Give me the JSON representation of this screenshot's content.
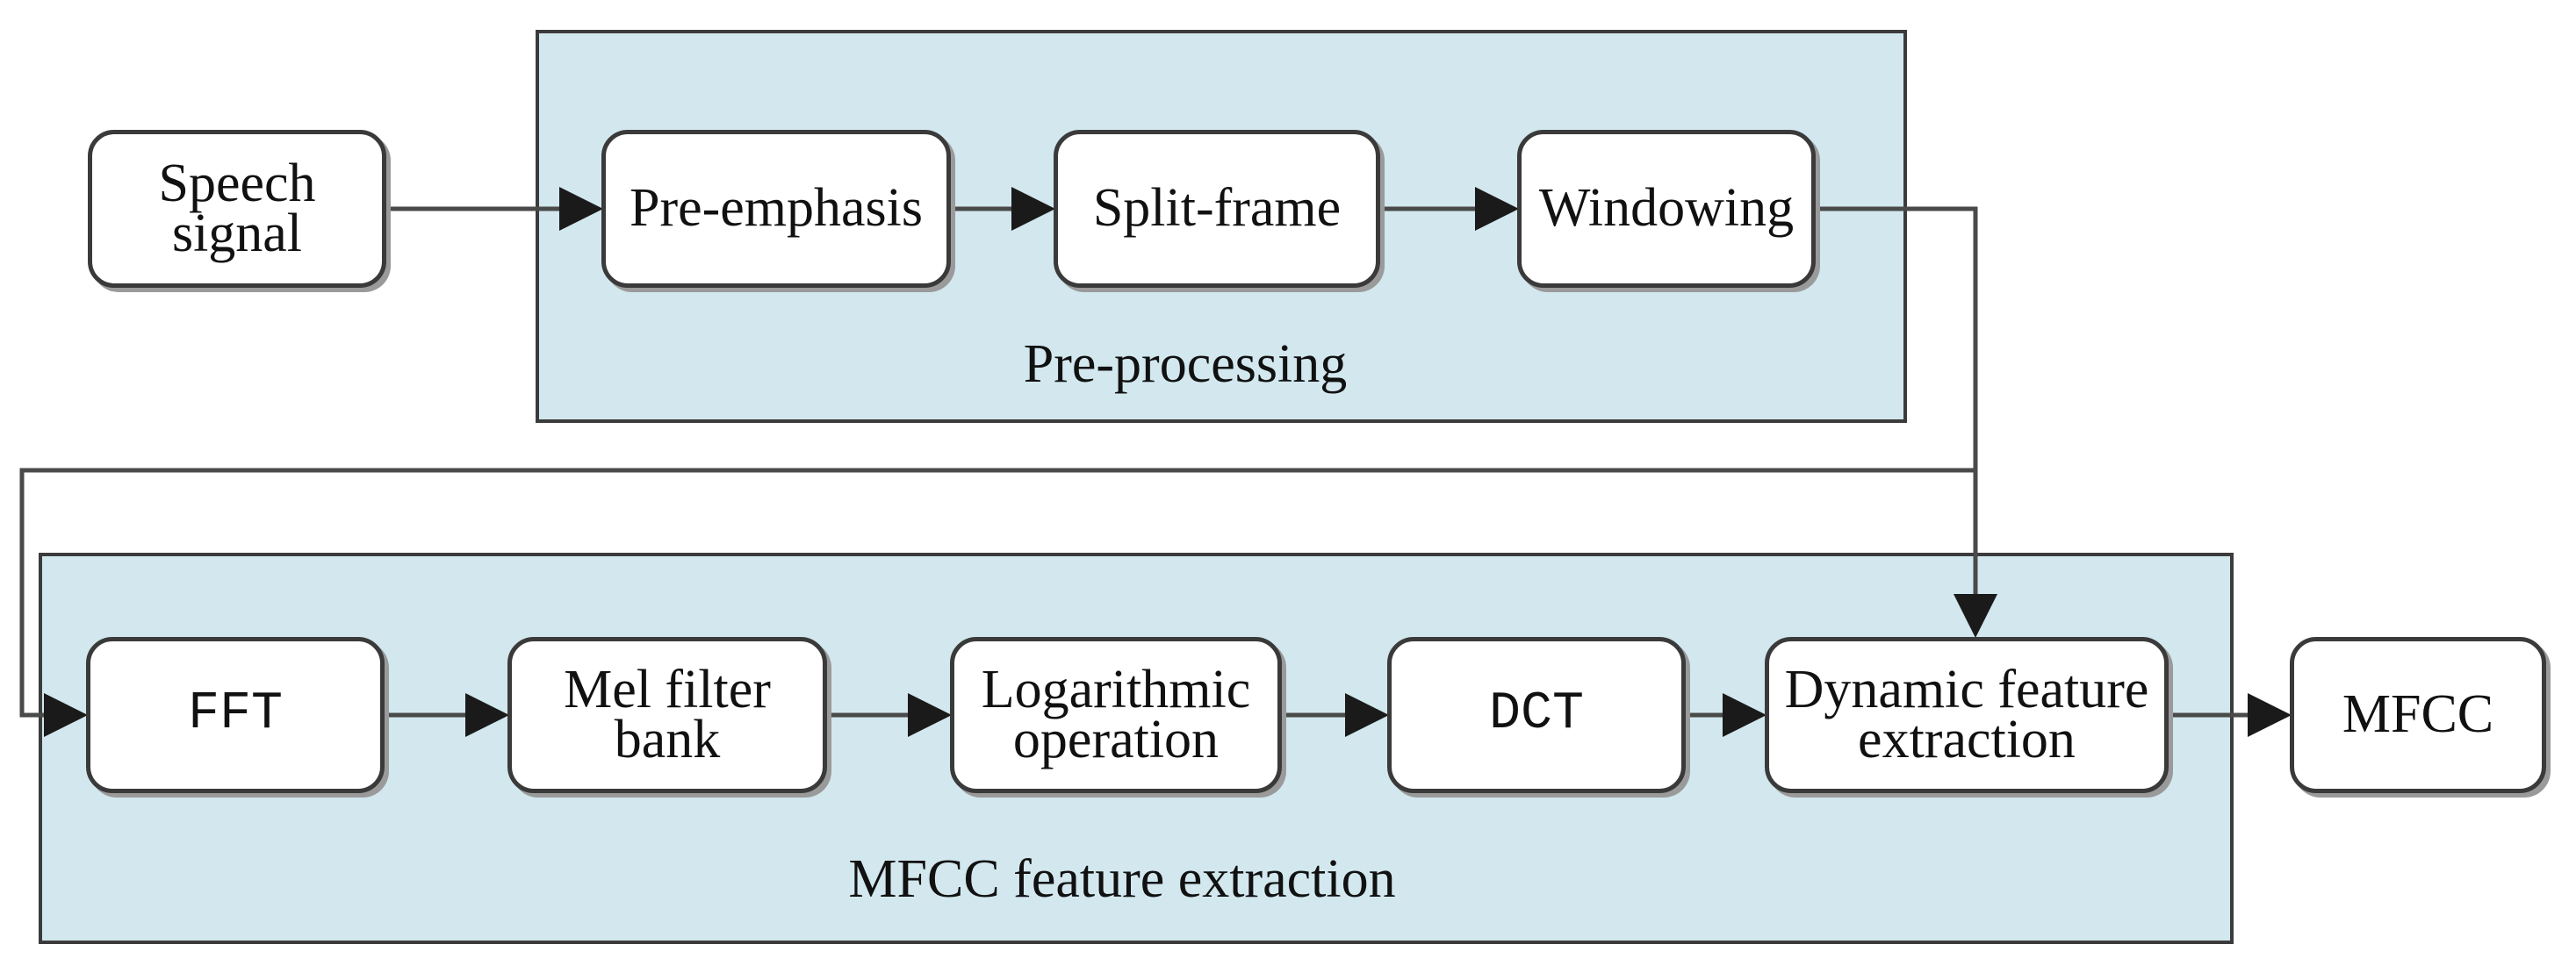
{
  "nodes": {
    "speech_signal": [
      "Speech",
      "signal"
    ],
    "pre_emphasis": "Pre-emphasis",
    "split_frame": "Split-frame",
    "windowing": "Windowing",
    "fft": "FFT",
    "mel_filter_bank": [
      "Mel filter",
      "bank"
    ],
    "logarithmic_operation": [
      "Logarithmic",
      "operation"
    ],
    "dct": "DCT",
    "dynamic_feature_extraction": [
      "Dynamic feature",
      "extraction"
    ],
    "mfcc": "MFCC"
  },
  "groups": {
    "pre_processing": "Pre-processing",
    "mfcc_feature_extraction": "MFCC feature extraction"
  },
  "edges": [
    {
      "from": "speech_signal",
      "to": "pre_emphasis"
    },
    {
      "from": "pre_emphasis",
      "to": "split_frame"
    },
    {
      "from": "split_frame",
      "to": "windowing"
    },
    {
      "from": "windowing",
      "to": "dynamic_feature_extraction"
    },
    {
      "from": "windowing",
      "to": "fft"
    },
    {
      "from": "fft",
      "to": "mel_filter_bank"
    },
    {
      "from": "mel_filter_bank",
      "to": "logarithmic_operation"
    },
    {
      "from": "logarithmic_operation",
      "to": "dct"
    },
    {
      "from": "dct",
      "to": "dynamic_feature_extraction"
    },
    {
      "from": "dynamic_feature_extraction",
      "to": "mfcc"
    }
  ]
}
